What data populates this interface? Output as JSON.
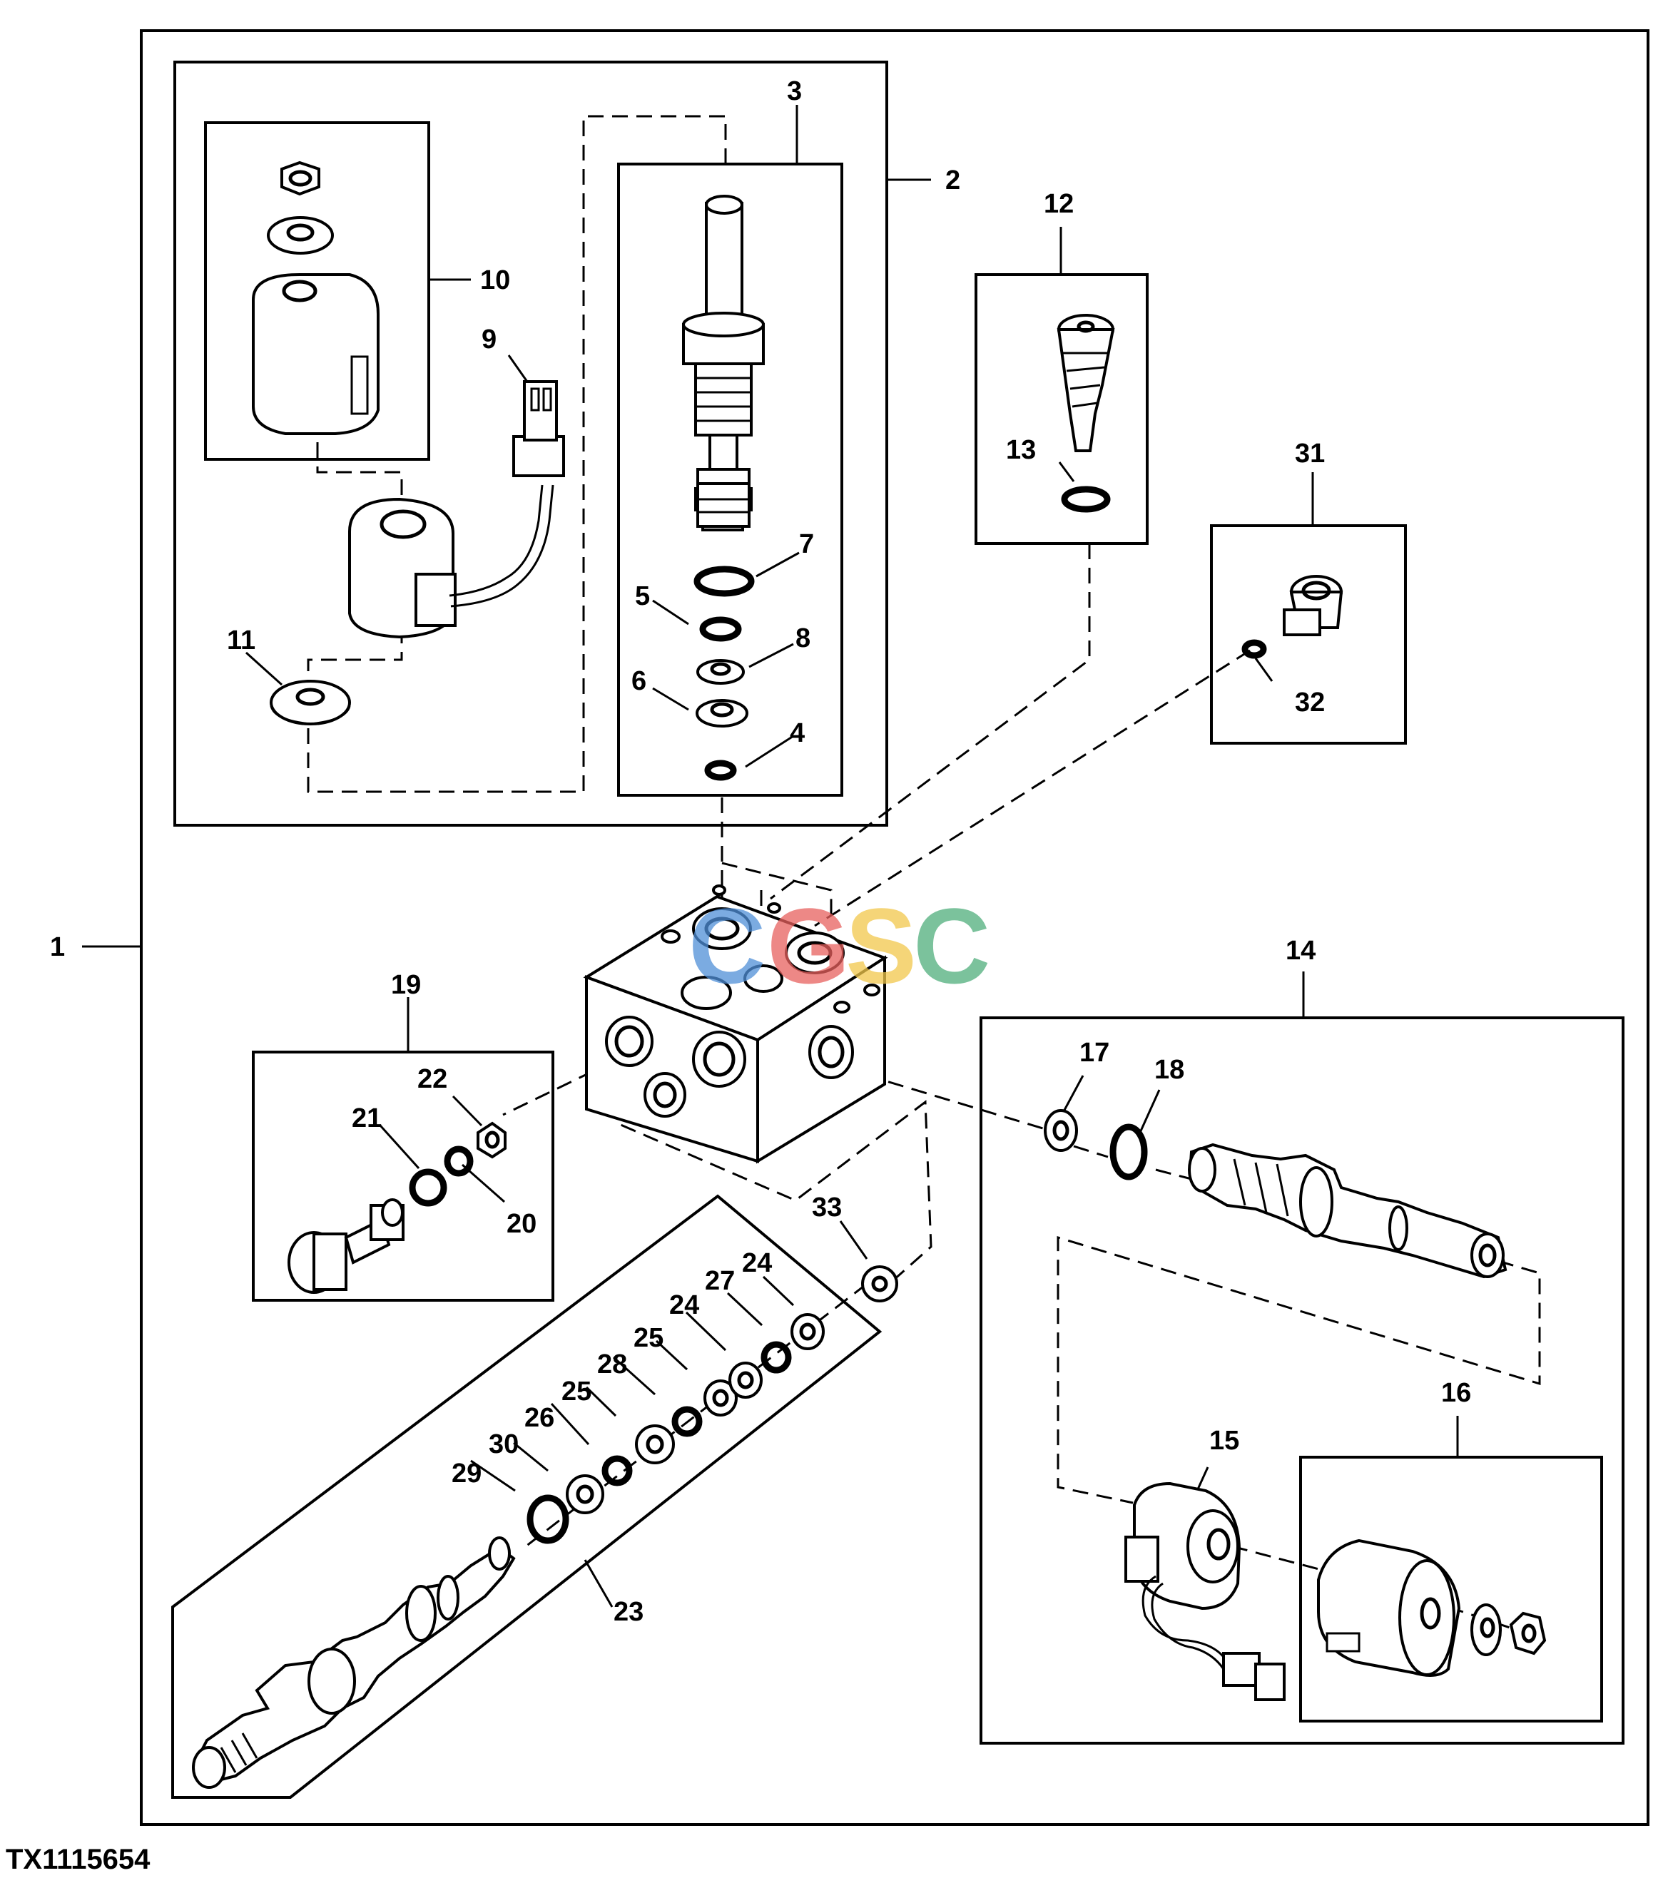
{
  "figure": {
    "id": "TX1115654"
  },
  "watermark": {
    "letters": [
      {
        "char": "C",
        "color": "#4f8fd8"
      },
      {
        "char": "G",
        "color": "#e8615e"
      },
      {
        "char": "S",
        "color": "#f2c84b"
      },
      {
        "char": "C",
        "color": "#4fae7c"
      }
    ]
  },
  "callouts": {
    "c1": "1",
    "c2": "2",
    "c3": "3",
    "c4": "4",
    "c5": "5",
    "c6": "6",
    "c7": "7",
    "c8": "8",
    "c9": "9",
    "c10": "10",
    "c11": "11",
    "c12": "12",
    "c13": "13",
    "c14": "14",
    "c15": "15",
    "c16": "16",
    "c17": "17",
    "c18": "18",
    "c19": "19",
    "c20": "20",
    "c21": "21",
    "c22": "22",
    "c23": "23",
    "c24a": "24",
    "c24b": "24",
    "c25a": "25",
    "c25b": "25",
    "c26": "26",
    "c27": "27",
    "c28": "28",
    "c29": "29",
    "c30": "30",
    "c31": "31",
    "c32": "32",
    "c33": "33"
  }
}
